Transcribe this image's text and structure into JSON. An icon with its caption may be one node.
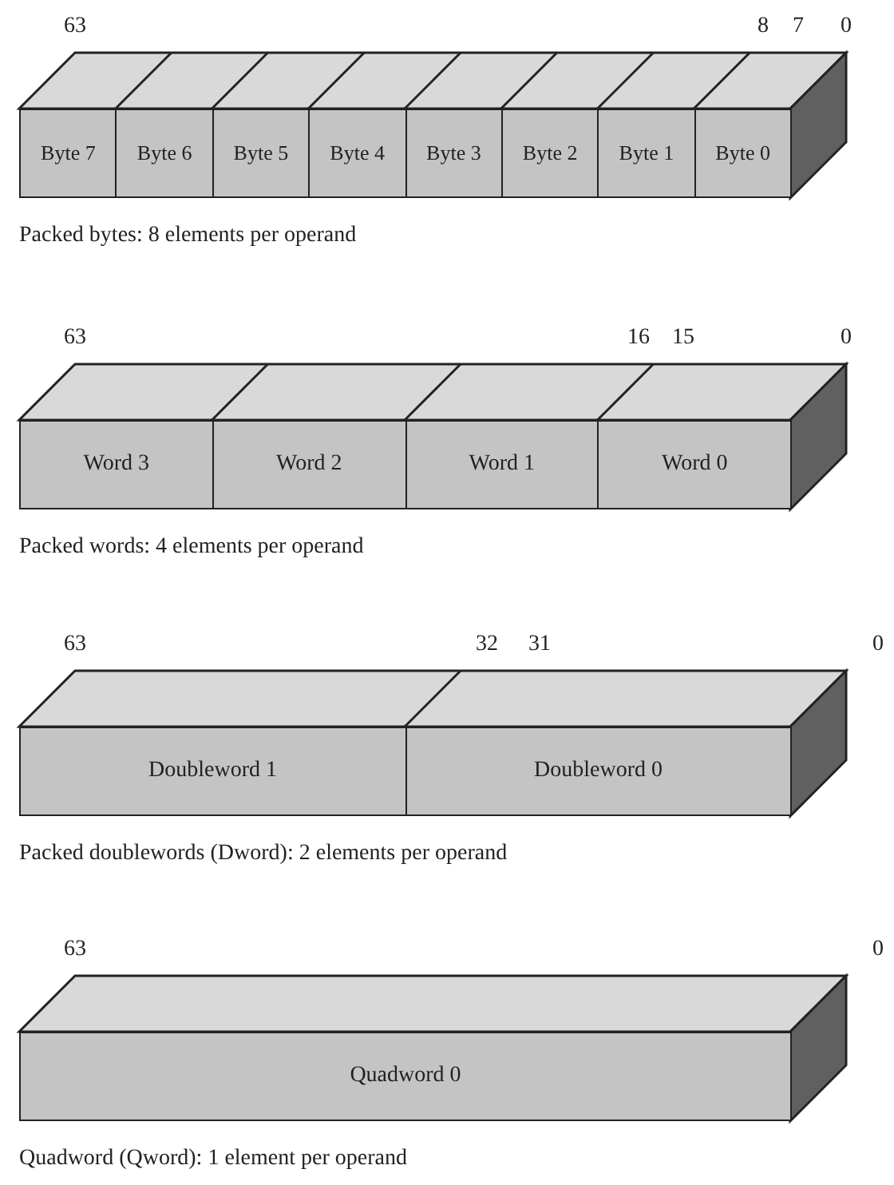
{
  "diagram": {
    "nodes": [
      {
        "text": [
          "Byte 7"
        ]
      },
      {
        "text": [
          "Byte 6"
        ]
      },
      {
        "text": [
          "Byte 5"
        ]
      },
      {
        "text": [
          "Byte 4"
        ]
      },
      {
        "text": [
          "Byte 3"
        ]
      },
      {
        "text": [
          "Byte 2"
        ]
      },
      {
        "text": [
          "Byte 1"
        ]
      },
      {
        "text": [
          "Byte 0"
        ]
      },
      {
        "text": [
          "Word 3"
        ]
      },
      {
        "text": [
          "Word 2"
        ]
      },
      {
        "text": [
          "Word 1"
        ]
      },
      {
        "text": [
          "Word 0"
        ]
      },
      {
        "text": [
          "Doubleword 1"
        ]
      },
      {
        "text": [
          "Doubleword 0"
        ]
      },
      {
        "text": [
          "Quadword 0"
        ]
      }
    ],
    "edges": [],
    "labels": [
      "63",
      "8",
      "7",
      "0",
      "Packed bytes:  8 elements per operand",
      "63",
      "16",
      "15",
      "0",
      "Packed words:  4 elements per operand",
      "63",
      "32",
      "31",
      "0",
      "Packed doublewords (Dword):  2 elements per operand",
      "63",
      "0",
      "Quadword (Qword):  1 element per operand"
    ]
  }
}
